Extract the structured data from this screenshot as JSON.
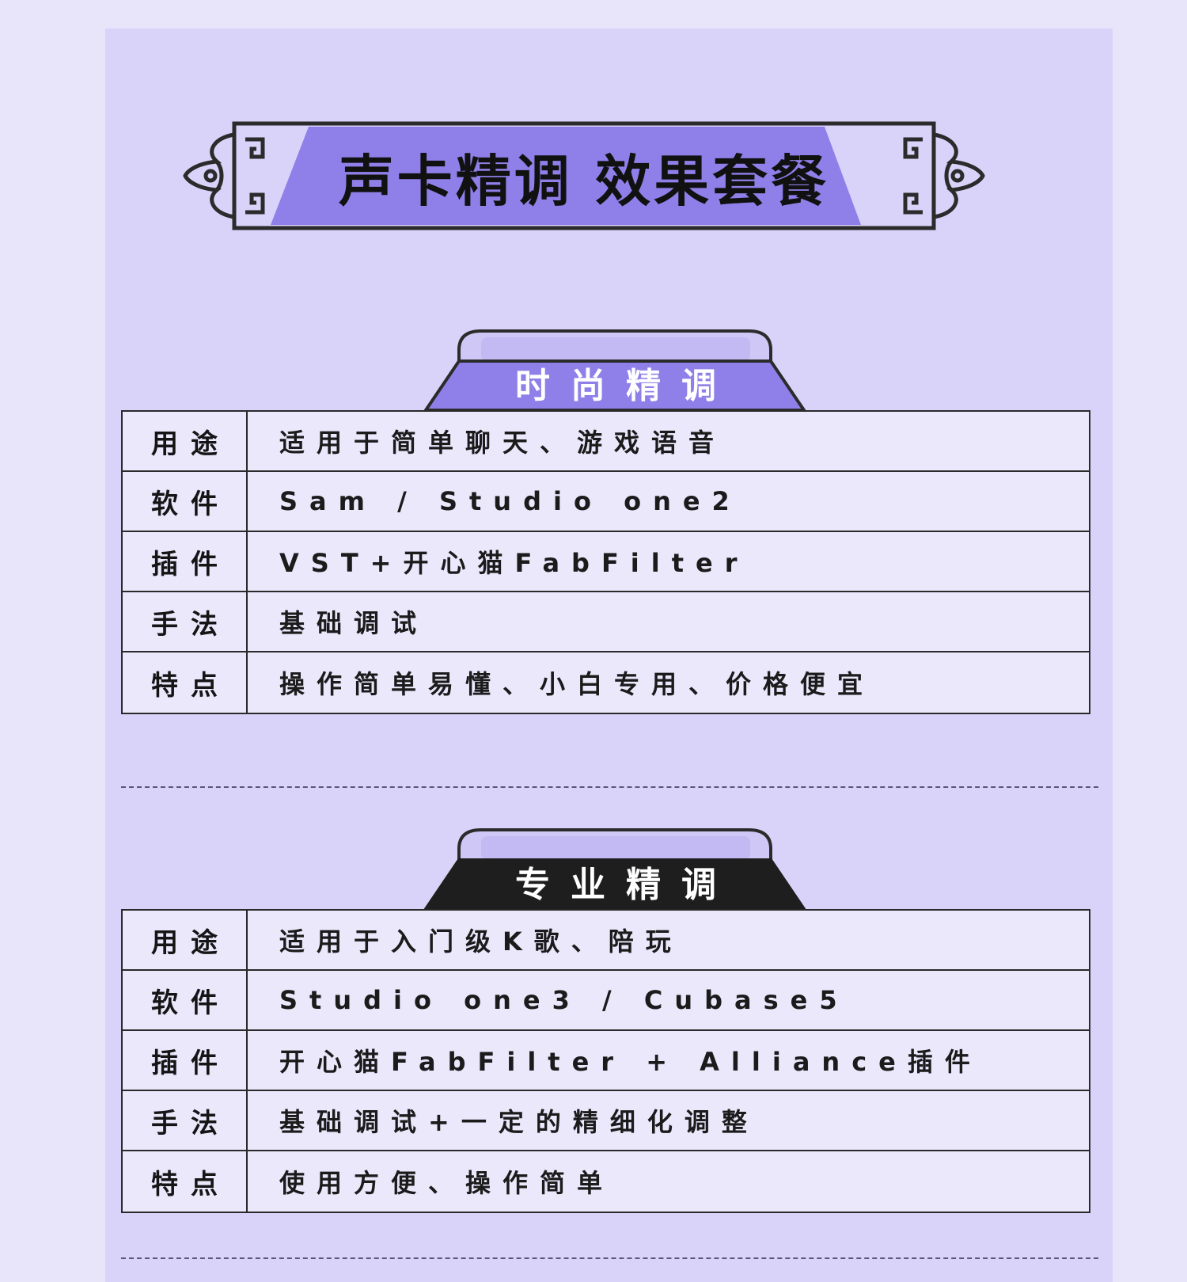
{
  "header": {
    "title": "声卡精调 效果套餐"
  },
  "colors": {
    "background": "#e8e5fb",
    "panel": "#d9d3fa",
    "accent_purple": "#8c7be8",
    "dark_tab": "#1e1e1e",
    "row_fill": "#ebe8fc"
  },
  "sections": [
    {
      "tab_label": "时尚精调",
      "rows": [
        {
          "key": "用途",
          "value": "适用于简单聊天、游戏语音"
        },
        {
          "key": "软件",
          "value": "Sam / Studio one2"
        },
        {
          "key": "插件",
          "value": "VST+开心猫FabFilter"
        },
        {
          "key": "手法",
          "value": "基础调试"
        },
        {
          "key": "特点",
          "value": "操作简单易懂、小白专用、价格便宜"
        }
      ]
    },
    {
      "tab_label": "专业精调",
      "rows": [
        {
          "key": "用途",
          "value": "适用于入门级K歌、陪玩"
        },
        {
          "key": "软件",
          "value": "Studio one3 / Cubase5"
        },
        {
          "key": "插件",
          "value": "开心猫FabFilter + Alliance插件"
        },
        {
          "key": "手法",
          "value": "基础调试+一定的精细化调整"
        },
        {
          "key": "特点",
          "value": "使用方便、操作简单"
        }
      ]
    }
  ]
}
